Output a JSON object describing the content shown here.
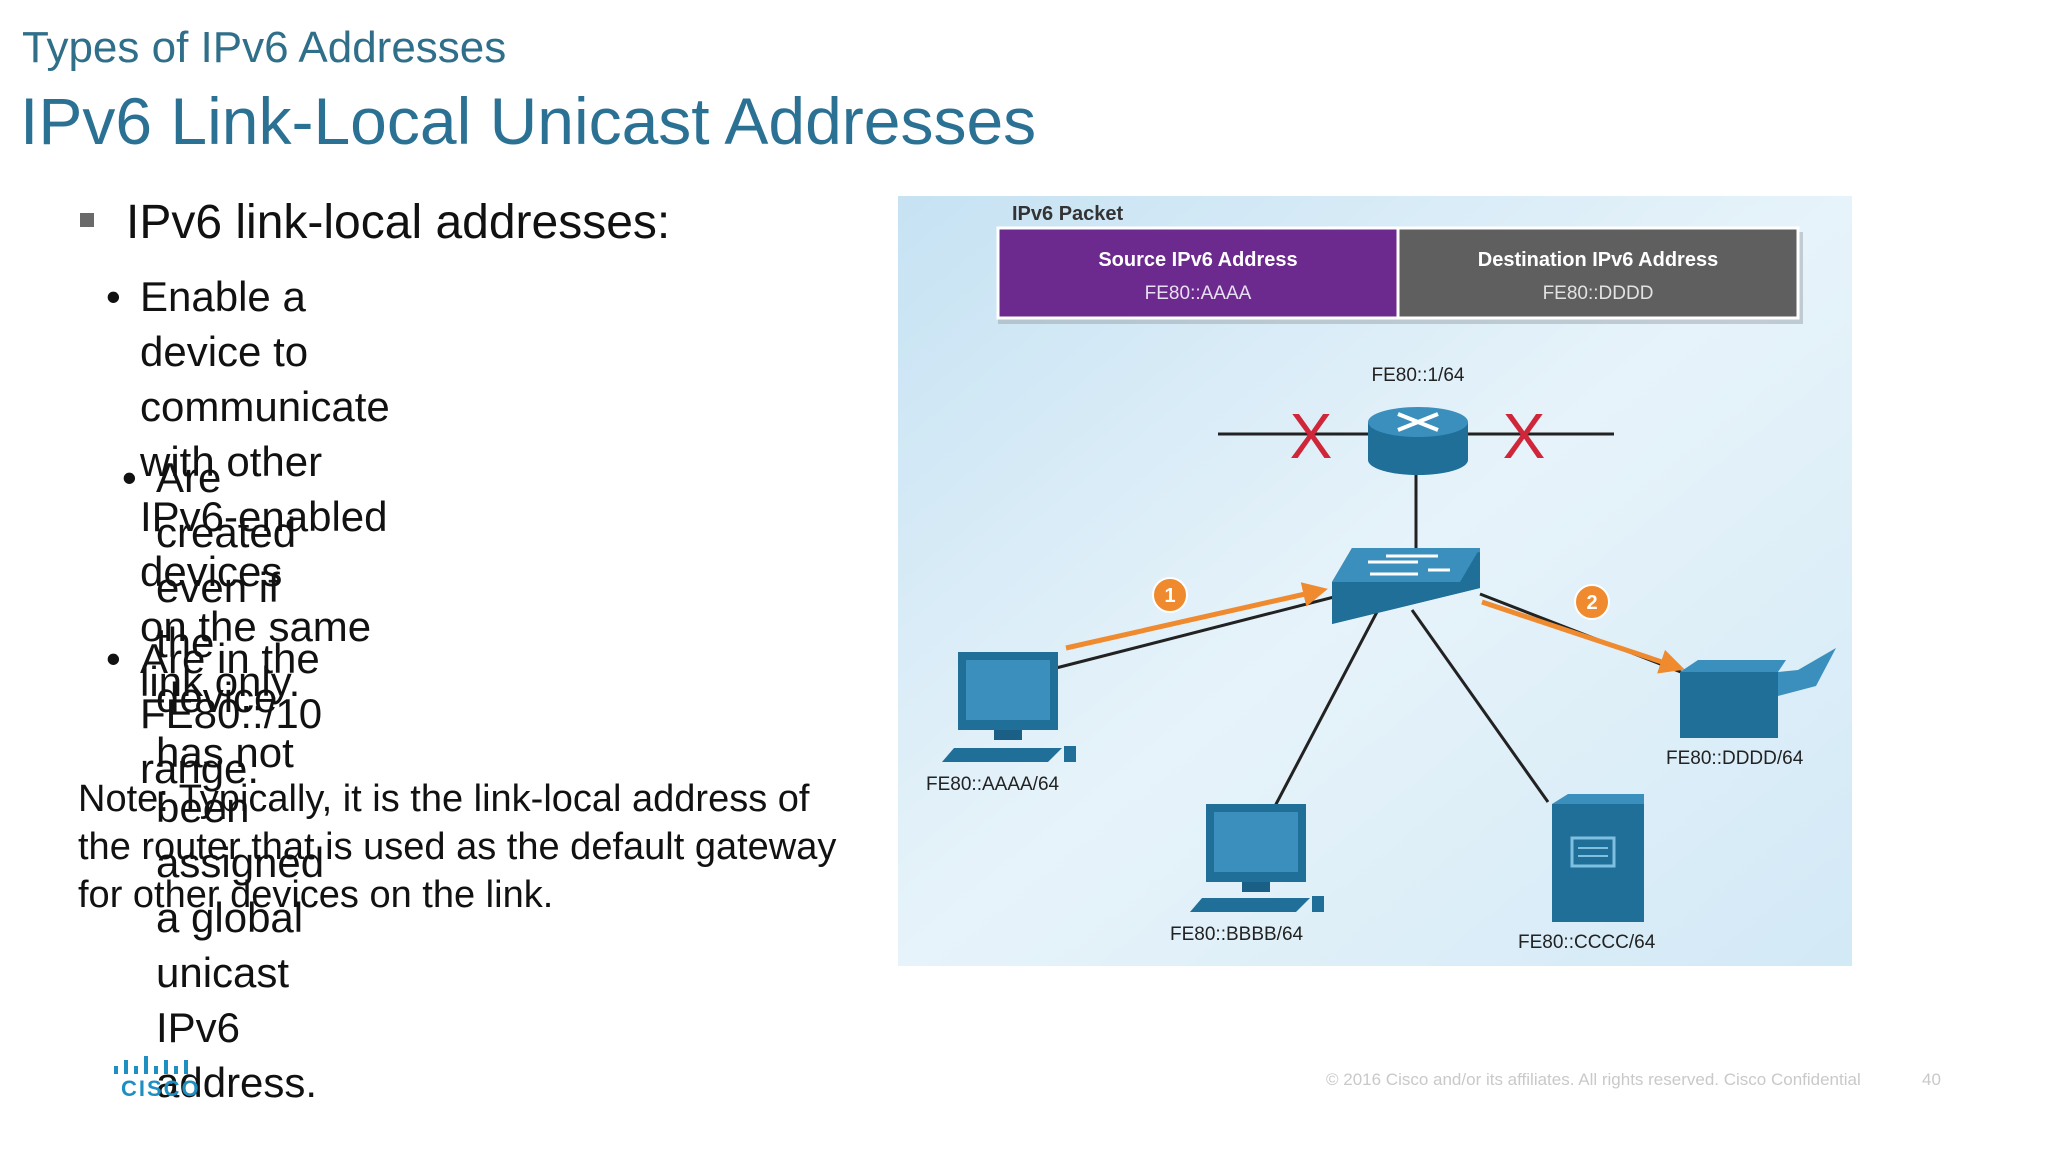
{
  "slide": {
    "subtitle": "Types of IPv6 Addresses",
    "title": "IPv6 Link-Local Unicast Addresses"
  },
  "bullets": {
    "level1": "IPv6 link-local addresses:",
    "items": [
      {
        "lines": [
          "Enable a device to communicate",
          "with other IPv6-enabled devices",
          "on the same link only."
        ]
      },
      {
        "lines": [
          "Are created even if the device",
          "has not been assigned a global",
          "unicast IPv6 address."
        ]
      },
      {
        "lines": [
          "Are in the FE80::/10 range."
        ]
      }
    ]
  },
  "note": "Note: Typically, it is the link-local address of the router that is used as the default gateway for other devices on the link.",
  "diagram": {
    "packet_label": "IPv6 Packet",
    "source_header": "Source IPv6 Address",
    "source_value": "FE80::AAAA",
    "dest_header": "Destination IPv6 Address",
    "dest_value": "FE80::DDDD",
    "router_label": "FE80::1/64",
    "pc_a_label": "FE80::AAAA/64",
    "pc_b_label": "FE80::BBBB/64",
    "server_label": "FE80::CCCC/64",
    "printer_label": "FE80::DDDD/64",
    "step1": "1",
    "step2": "2",
    "blocked_mark": "X",
    "colors": {
      "source_bg": "#6d2a8e",
      "dest_bg": "#5f5f5f",
      "device_blue": "#1f6f99",
      "arrow_orange": "#ef8a2f",
      "cross_red": "#d0263a"
    }
  },
  "footer": {
    "logo_text": "CISCO",
    "copyright": "© 2016  Cisco and/or its affiliates. All rights reserved.   Cisco Confidential",
    "page_number": "40"
  }
}
